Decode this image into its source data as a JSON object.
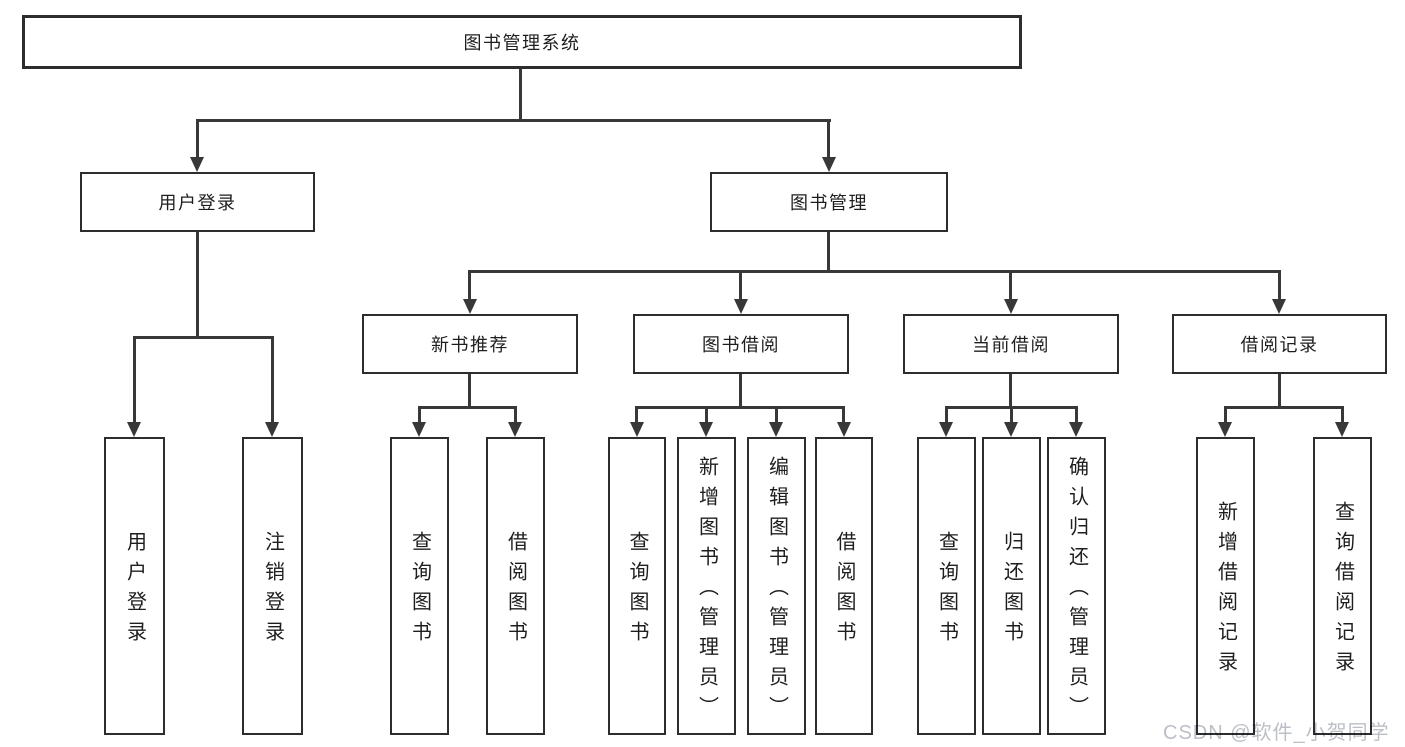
{
  "diagram": {
    "root": {
      "label": "图书管理系统"
    },
    "branches": [
      {
        "label": "用户登录",
        "children": [
          {
            "label": "用户登录"
          },
          {
            "label": "注销登录"
          }
        ]
      },
      {
        "label": "图书管理",
        "children": [
          {
            "label": "新书推荐",
            "children": [
              {
                "label": "查询图书"
              },
              {
                "label": "借阅图书"
              }
            ]
          },
          {
            "label": "图书借阅",
            "children": [
              {
                "label": "查询图书"
              },
              {
                "label": "新增图书（管理员）"
              },
              {
                "label": "编辑图书（管理员）"
              },
              {
                "label": "借阅图书"
              }
            ]
          },
          {
            "label": "当前借阅",
            "children": [
              {
                "label": "查询图书"
              },
              {
                "label": "归还图书"
              },
              {
                "label": "确认归还（管理员）"
              }
            ]
          },
          {
            "label": "借阅记录",
            "children": [
              {
                "label": "新增借阅记录"
              },
              {
                "label": "查询借阅记录"
              }
            ]
          }
        ]
      }
    ]
  },
  "watermark": {
    "text": "CSDN @软件_小贺同学",
    "color": "#bcbfc5"
  },
  "colors": {
    "background": "#ffffff",
    "line": "#383838",
    "box_border": "#2d2d2d",
    "text": "#1e1e1e"
  }
}
